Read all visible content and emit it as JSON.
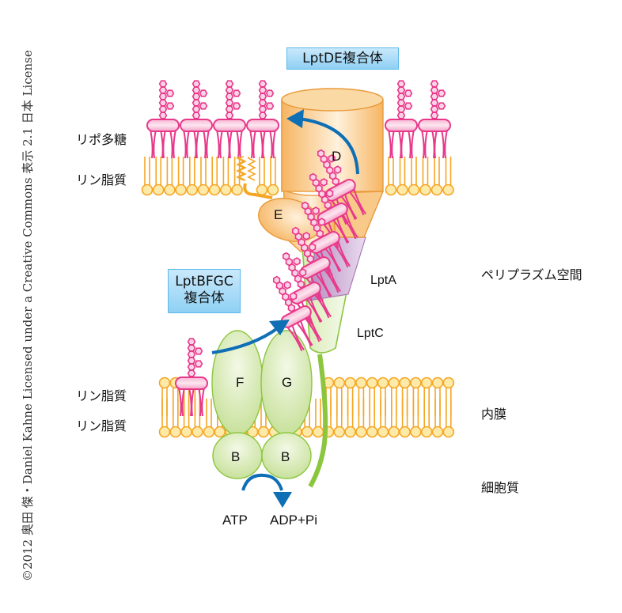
{
  "credit": "©2012 奥田 傑・Daniel Kahne Licensed under a Creative Commons 表示 2.1 日本 License",
  "boxes": {
    "lptde": "LptDE複合体",
    "lptbfgc_line1": "LptBFGC",
    "lptbfgc_line2": "複合体"
  },
  "left_labels": {
    "lps": "リポ多糖",
    "outer_phospholipid": "リン脂質",
    "inner_phospholipid_top": "リン脂質",
    "inner_phospholipid_bottom": "リン脂質"
  },
  "right_labels": {
    "periplasm": "ペリプラズム空間",
    "inner_membrane": "内膜",
    "cytoplasm": "細胞質"
  },
  "proteins": {
    "d": "D",
    "e": "E",
    "f": "F",
    "g": "G",
    "b1": "B",
    "b2": "B",
    "lpta": "LptA",
    "lptc": "LptC"
  },
  "energy": {
    "atp": "ATP",
    "adp": "ADP+Pi"
  },
  "colors": {
    "lps_pink": "#e8388a",
    "lps_fill": "#f7b6d3",
    "lipid_orange": "#f5a623",
    "lipid_head": "#fde9a8",
    "lptd_orange": "#f6b562",
    "lptc_green": "#8cc63f",
    "lptfg_green": "#cfe5a4",
    "lpta_purple": "#c9a4cf",
    "arrow_blue": "#0f6fb5",
    "box_blue": "#8fd0f4"
  }
}
